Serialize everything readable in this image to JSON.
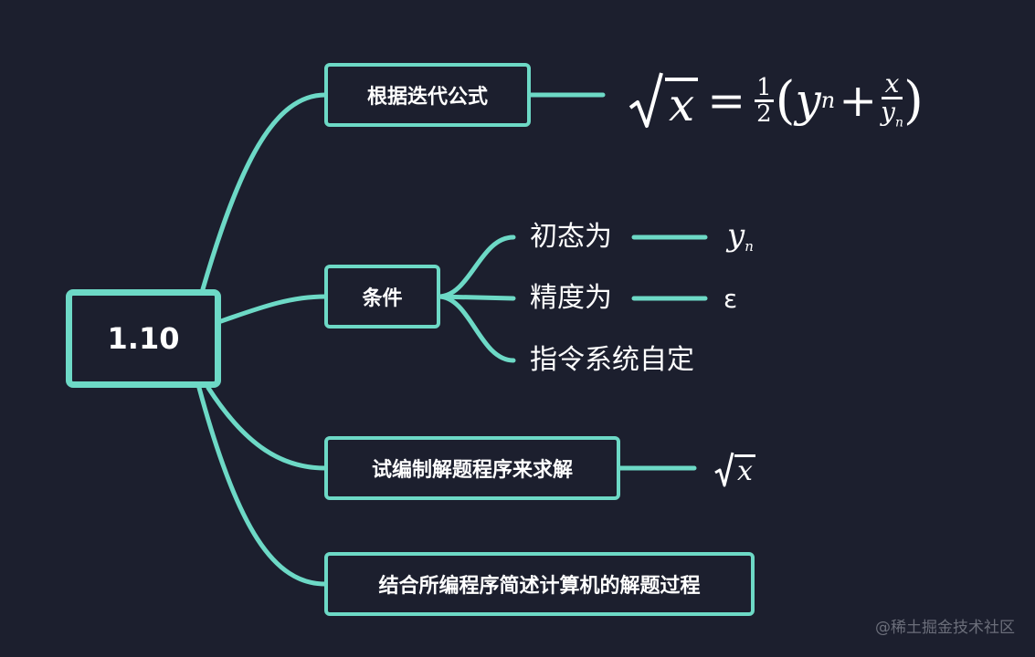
{
  "root": {
    "label": "1.10"
  },
  "branches": [
    {
      "label": "根据迭代公式"
    },
    {
      "label": "条件"
    },
    {
      "label": "试编制解题程序来求解"
    },
    {
      "label": "结合所编程序简述计算机的解题过程"
    }
  ],
  "conditions": [
    {
      "label": "初态为"
    },
    {
      "label": "精度为",
      "value": "ε"
    },
    {
      "label": "指令系统自定"
    }
  ],
  "formula": {
    "lhs": "x",
    "equals": "=",
    "frac_num": "1",
    "frac_den": "2",
    "open_paren": "(",
    "y": "y",
    "sub_n": "n",
    "plus": "+",
    "inner_num": "x",
    "inner_den_y": "y",
    "inner_den_n": "n",
    "close_paren": ")"
  },
  "init_value": {
    "y": "y",
    "n": "n"
  },
  "result_formula": {
    "x": "x"
  },
  "watermark": "@稀土掘金技术社区",
  "colors": {
    "background": "#1c1f2e",
    "accent": "#6dd9c6",
    "text": "#ffffff",
    "watermark": "#6b6e7a"
  }
}
